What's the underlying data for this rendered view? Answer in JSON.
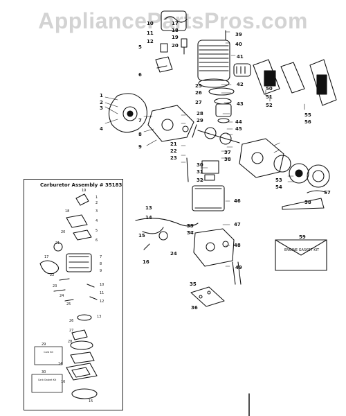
{
  "watermark": "AppliancePartsPros.com",
  "carburetor_title": "Carburetor Assembly # 35183",
  "kit_a_label": "Carb Kit",
  "kit_b_label": "Carb Gasket Kit",
  "envelope_label": "ENGINE GASKET KIT",
  "main_labels": [
    "1",
    "2",
    "3",
    "4",
    "5",
    "6",
    "7",
    "8",
    "9",
    "10",
    "11",
    "12",
    "13",
    "14",
    "15",
    "16",
    "17",
    "18",
    "19",
    "20",
    "21",
    "22",
    "23",
    "24",
    "25",
    "26",
    "27",
    "28",
    "29",
    "30",
    "31",
    "32",
    "33",
    "34",
    "35",
    "36",
    "37",
    "38",
    "39",
    "40",
    "41",
    "42",
    "43",
    "44",
    "45",
    "46",
    "47",
    "48",
    "49",
    "50",
    "51",
    "52",
    "53",
    "54",
    "55",
    "56",
    "57",
    "58",
    "59"
  ],
  "carb_labels": [
    "1",
    "2",
    "3",
    "4",
    "5",
    "6",
    "7",
    "8",
    "9",
    "10",
    "11",
    "12",
    "13",
    "14",
    "15",
    "16",
    "17",
    "18",
    "19",
    "20",
    "21",
    "22",
    "23",
    "24",
    "25",
    "26",
    "27",
    "28",
    "29",
    "30"
  ]
}
